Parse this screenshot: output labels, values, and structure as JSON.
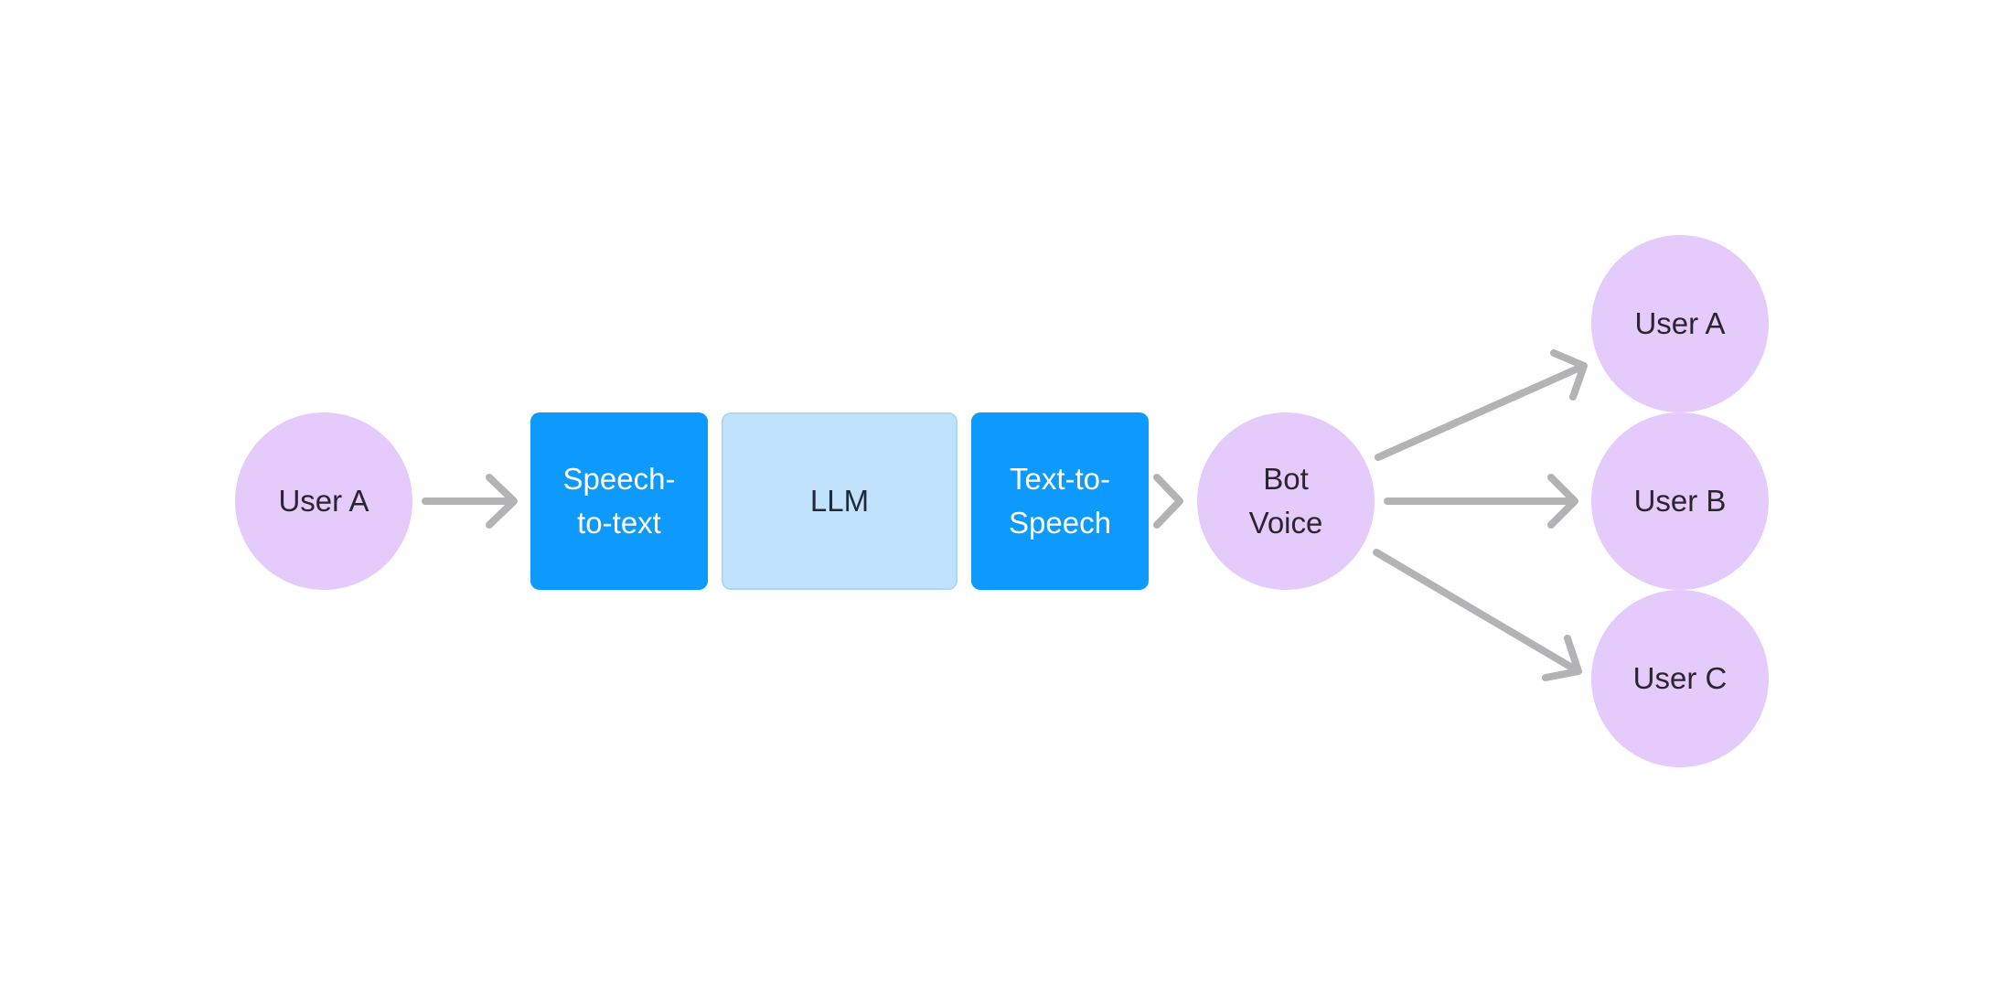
{
  "diagram": {
    "nodes": {
      "user_a_source": {
        "label": "User A"
      },
      "speech_to_text": {
        "label": "Speech-\nto-text"
      },
      "llm": {
        "label": "LLM"
      },
      "text_to_speech": {
        "label": "Text-to-\nSpeech"
      },
      "bot_voice": {
        "label": "Bot\nVoice"
      },
      "user_a_target": {
        "label": "User A"
      },
      "user_b_target": {
        "label": "User B"
      },
      "user_c_target": {
        "label": "User C"
      }
    },
    "edges": [
      {
        "from": "User A",
        "to": "Speech-to-text"
      },
      {
        "from": "Text-to-Speech",
        "to": "Bot Voice"
      },
      {
        "from": "Bot Voice",
        "to": "User A"
      },
      {
        "from": "Bot Voice",
        "to": "User B"
      },
      {
        "from": "Bot Voice",
        "to": "User C"
      }
    ],
    "colors": {
      "user_node": "#e4cbfb",
      "service_box": "#0d9afc",
      "llm_box": "#c0e2fc",
      "arrow": "#b3b3b5"
    }
  }
}
